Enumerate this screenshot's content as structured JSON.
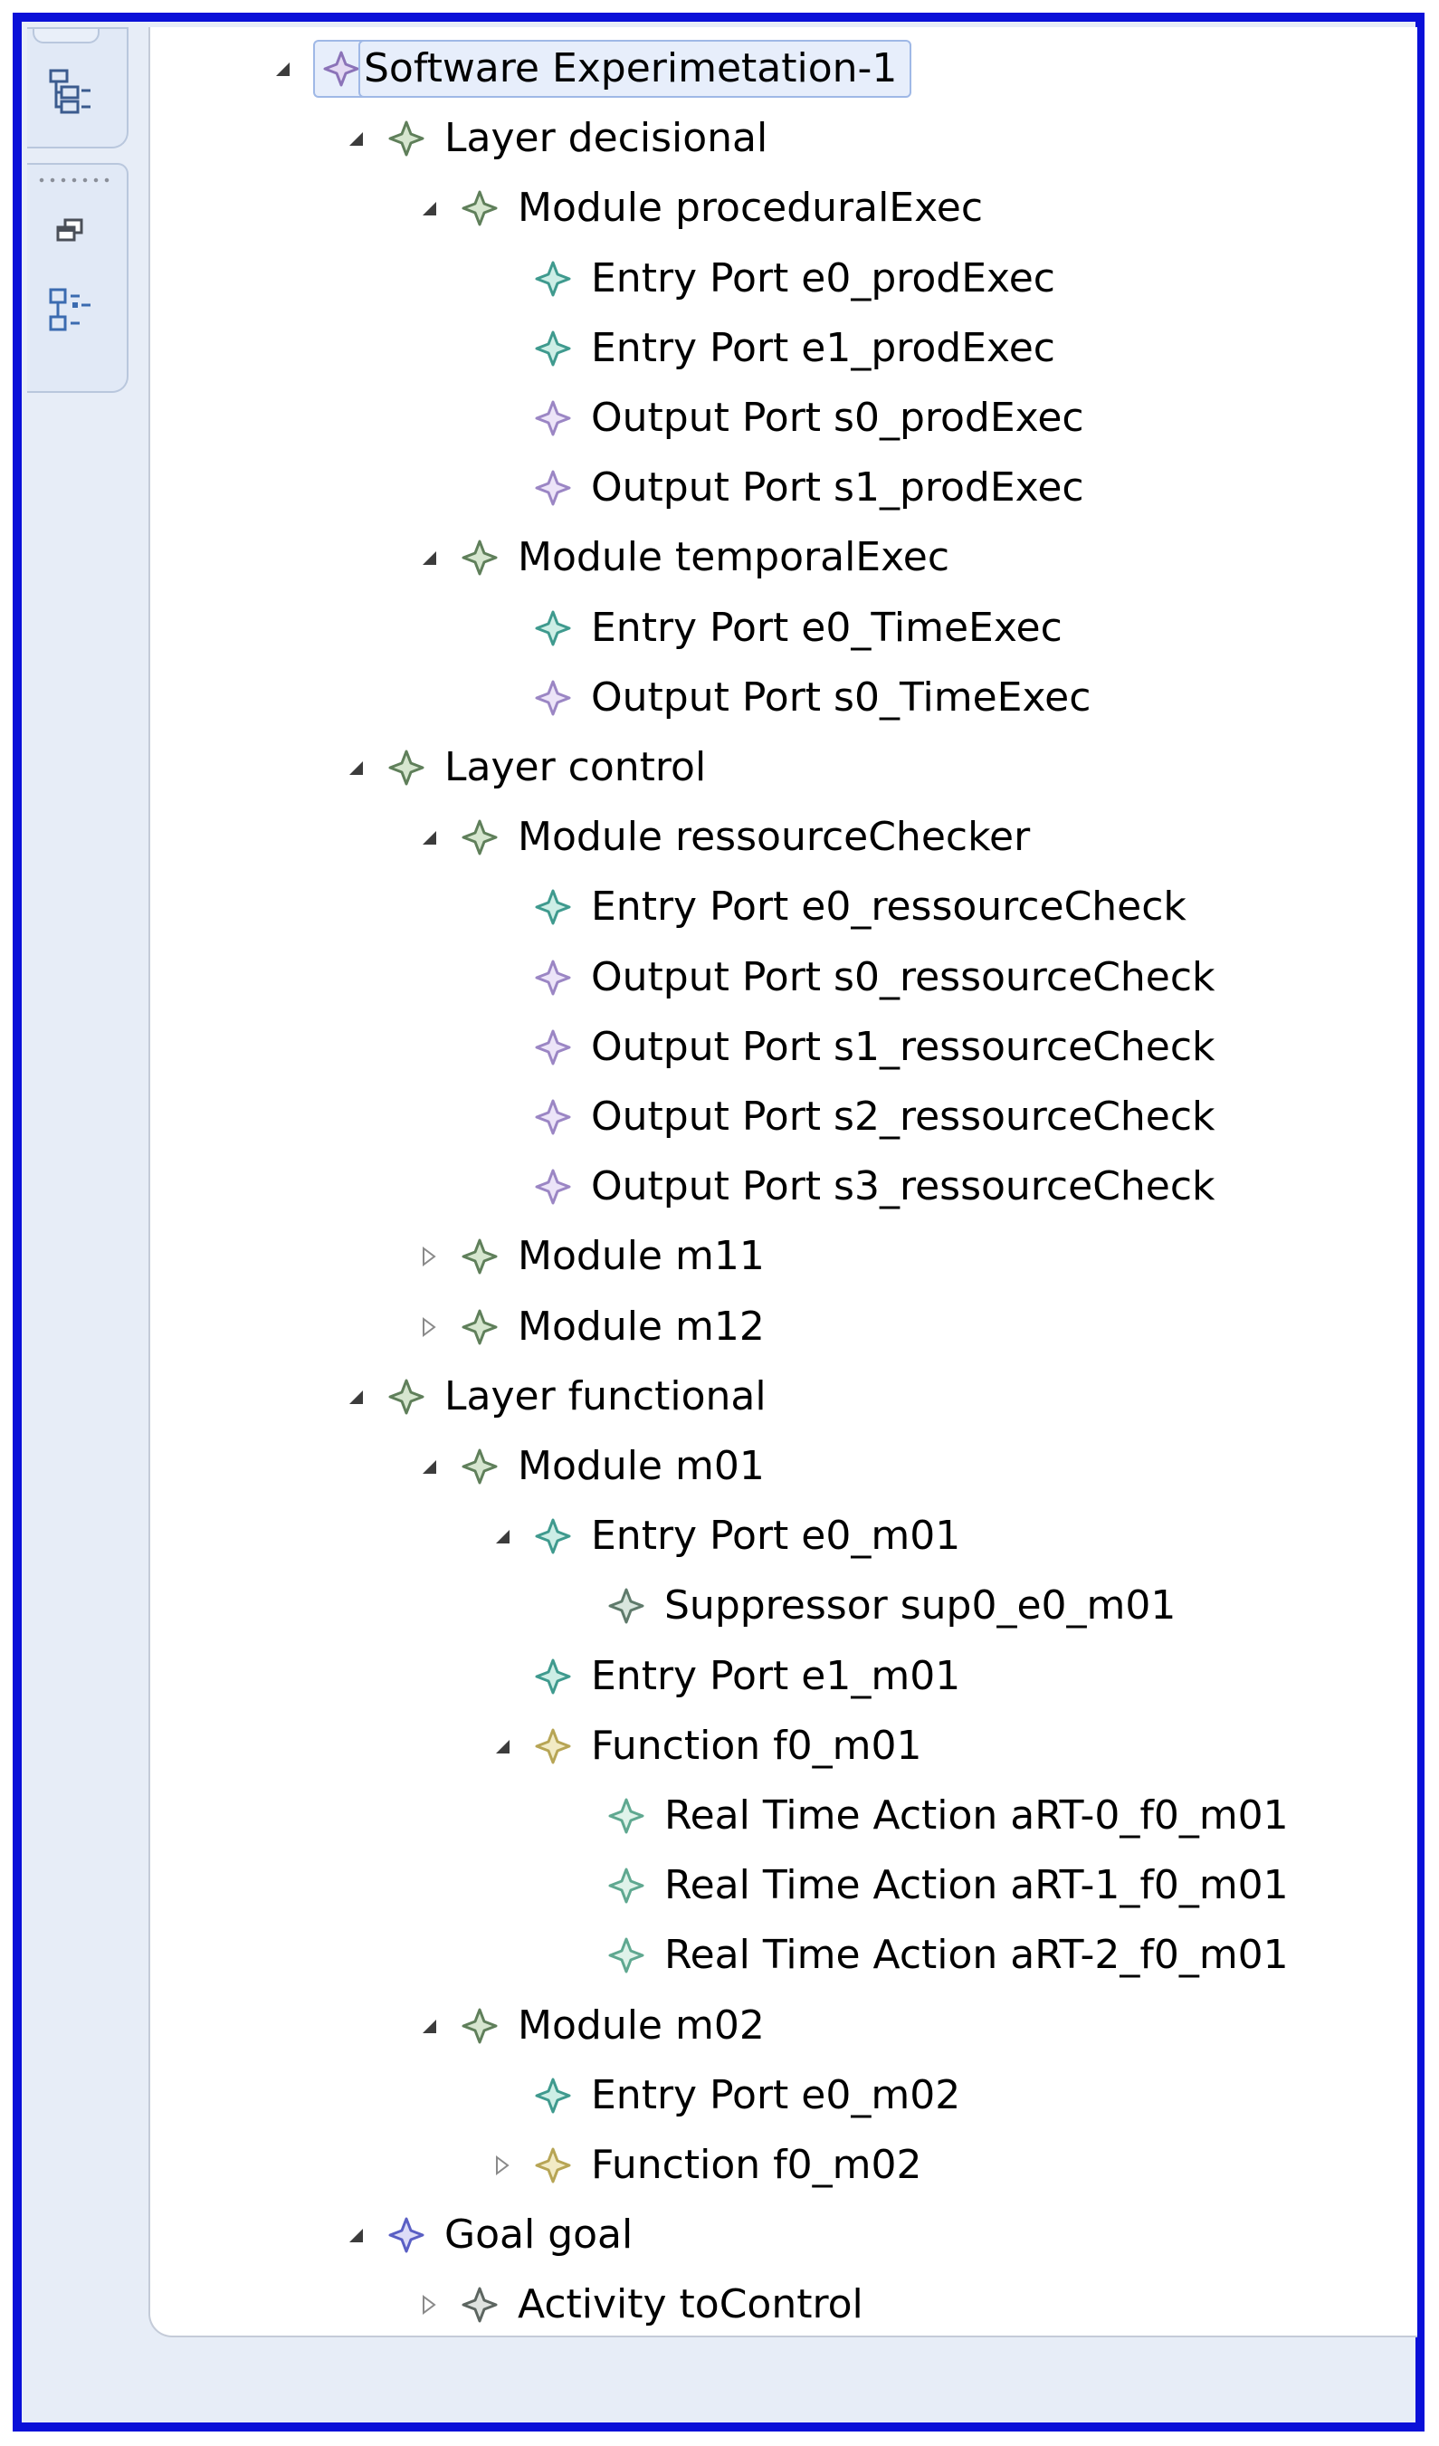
{
  "tree": [
    {
      "label": "Software Experimetation-1",
      "depth": 0,
      "expand": "expanded",
      "icon": "diamond-purple-icon",
      "selected": true
    },
    {
      "label": "Layer decisional",
      "depth": 1,
      "expand": "expanded",
      "icon": "diamond-green-icon"
    },
    {
      "label": "Module proceduralExec",
      "depth": 2,
      "expand": "expanded",
      "icon": "diamond-green-icon"
    },
    {
      "label": "Entry Port e0_prodExec",
      "depth": 3,
      "expand": "none",
      "icon": "diamond-teal-icon"
    },
    {
      "label": "Entry Port e1_prodExec",
      "depth": 3,
      "expand": "none",
      "icon": "diamond-teal-icon"
    },
    {
      "label": "Output Port s0_prodExec",
      "depth": 3,
      "expand": "none",
      "icon": "diamond-lavender-icon"
    },
    {
      "label": "Output Port s1_prodExec",
      "depth": 3,
      "expand": "none",
      "icon": "diamond-lavender-icon"
    },
    {
      "label": "Module temporalExec",
      "depth": 2,
      "expand": "expanded",
      "icon": "diamond-green-icon"
    },
    {
      "label": "Entry Port e0_TimeExec",
      "depth": 3,
      "expand": "none",
      "icon": "diamond-teal-icon"
    },
    {
      "label": "Output Port s0_TimeExec",
      "depth": 3,
      "expand": "none",
      "icon": "diamond-lavender-icon"
    },
    {
      "label": "Layer control",
      "depth": 1,
      "expand": "expanded",
      "icon": "diamond-green-icon"
    },
    {
      "label": "Module ressourceChecker",
      "depth": 2,
      "expand": "expanded",
      "icon": "diamond-green-icon"
    },
    {
      "label": "Entry Port e0_ressourceCheck",
      "depth": 3,
      "expand": "none",
      "icon": "diamond-teal-icon"
    },
    {
      "label": "Output Port s0_ressourceCheck",
      "depth": 3,
      "expand": "none",
      "icon": "diamond-lavender-icon"
    },
    {
      "label": "Output Port s1_ressourceCheck",
      "depth": 3,
      "expand": "none",
      "icon": "diamond-lavender-icon"
    },
    {
      "label": "Output Port s2_ressourceCheck",
      "depth": 3,
      "expand": "none",
      "icon": "diamond-lavender-icon"
    },
    {
      "label": "Output Port s3_ressourceCheck",
      "depth": 3,
      "expand": "none",
      "icon": "diamond-lavender-icon"
    },
    {
      "label": "Module m11",
      "depth": 2,
      "expand": "collapsed",
      "icon": "diamond-green-icon"
    },
    {
      "label": "Module m12",
      "depth": 2,
      "expand": "collapsed",
      "icon": "diamond-green-icon"
    },
    {
      "label": "Layer functional",
      "depth": 1,
      "expand": "expanded",
      "icon": "diamond-green-icon"
    },
    {
      "label": "Module m01",
      "depth": 2,
      "expand": "expanded",
      "icon": "diamond-green-icon"
    },
    {
      "label": "Entry Port e0_m01",
      "depth": 3,
      "expand": "expanded",
      "icon": "diamond-teal-icon"
    },
    {
      "label": "Suppressor sup0_e0_m01",
      "depth": 4,
      "expand": "none",
      "icon": "diamond-gray-green-icon"
    },
    {
      "label": "Entry Port e1_m01",
      "depth": 3,
      "expand": "none",
      "icon": "diamond-teal-icon"
    },
    {
      "label": "Function f0_m01",
      "depth": 3,
      "expand": "expanded",
      "icon": "diamond-yellow-icon"
    },
    {
      "label": "Real Time Action aRT-0_f0_m01",
      "depth": 4,
      "expand": "none",
      "icon": "diamond-mint-icon"
    },
    {
      "label": "Real Time Action aRT-1_f0_m01",
      "depth": 4,
      "expand": "none",
      "icon": "diamond-mint-icon"
    },
    {
      "label": "Real Time Action aRT-2_f0_m01",
      "depth": 4,
      "expand": "none",
      "icon": "diamond-mint-icon"
    },
    {
      "label": "Module m02",
      "depth": 2,
      "expand": "expanded",
      "icon": "diamond-green-icon"
    },
    {
      "label": "Entry Port e0_m02",
      "depth": 3,
      "expand": "none",
      "icon": "diamond-teal-icon"
    },
    {
      "label": "Function f0_m02",
      "depth": 3,
      "expand": "collapsed",
      "icon": "diamond-yellow-icon"
    },
    {
      "label": "Goal goal",
      "depth": 1,
      "expand": "expanded",
      "icon": "diamond-blue-icon"
    },
    {
      "label": "Activity toControl",
      "depth": 2,
      "expand": "collapsed",
      "icon": "diamond-gray-icon"
    }
  ],
  "icon_colors": {
    "diamond-purple-icon": [
      "#8b73b8",
      "#e3d9f3"
    ],
    "diamond-green-icon": [
      "#5f7f5a",
      "#d6e6cf"
    ],
    "diamond-teal-icon": [
      "#3f9a8e",
      "#cdeee6"
    ],
    "diamond-lavender-icon": [
      "#9b86c4",
      "#ece4f8"
    ],
    "diamond-gray-green-icon": [
      "#5f7a6b",
      "#d9e6de"
    ],
    "diamond-yellow-icon": [
      "#b7a555",
      "#f2ebc5"
    ],
    "diamond-mint-icon": [
      "#5fa890",
      "#dff3ea"
    ],
    "diamond-blue-icon": [
      "#5a5fc4",
      "#dcdcf7"
    ],
    "diamond-gray-icon": [
      "#5c6560",
      "#dfe3e0"
    ]
  },
  "sidebar": {
    "icons": [
      "hierarchy-view-icon",
      "restore-icon",
      "outline-view-icon"
    ]
  }
}
